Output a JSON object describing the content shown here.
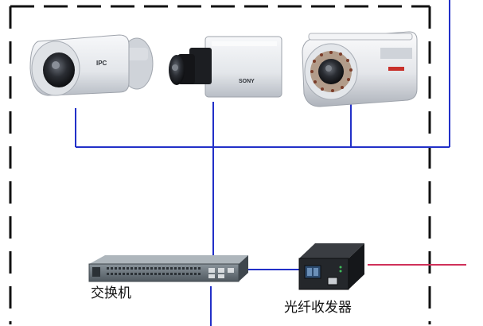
{
  "labels": {
    "switch": "交换机",
    "converter": "光纤收发器"
  },
  "camera_text": {
    "bullet_brand": "IPC",
    "box_brand": "SONY"
  },
  "colors": {
    "network_line": "#2230c8",
    "fiber_line": "#d0305a",
    "boundary_dash": "#111111",
    "camera_body": "#e8eaee",
    "camera_shadow": "#b8bcc4",
    "switch_body": "#5f6a72",
    "converter_body": "#1e2024"
  },
  "icons": [
    "bullet-camera-icon",
    "box-camera-icon",
    "ir-camera-icon",
    "network-switch-icon",
    "fiber-converter-icon"
  ]
}
